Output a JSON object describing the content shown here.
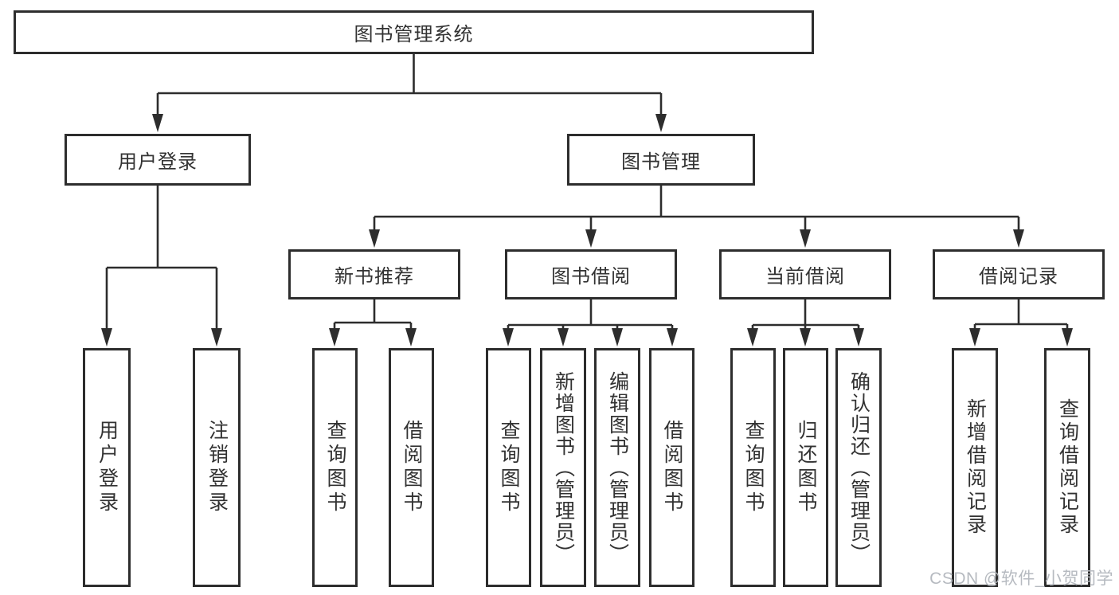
{
  "diagram": {
    "title": "图书管理系统",
    "line_color": "#2d2d2d",
    "box_border_color": "#2d2d2d",
    "text_color": "#323232",
    "nodes": {
      "root": "图书管理系统",
      "user_login": "用户登录",
      "book_management": "图书管理",
      "new_book_recommend": "新书推荐",
      "book_borrowing": "图书借阅",
      "current_borrowing": "当前借阅",
      "borrowing_records": "借阅记录",
      "leaf_user_login": "用户登录",
      "leaf_logout": "注销登录",
      "leaf_nbr_query_books": "查询图书",
      "leaf_nbr_borrow_books": "借阅图书",
      "leaf_bb_query_books": "查询图书",
      "leaf_bb_add_books_admin": "新增图书（管理员）",
      "leaf_bb_edit_books_admin": "编辑图书（管理员）",
      "leaf_bb_borrow_books": "借阅图书",
      "leaf_cb_query_books": "查询图书",
      "leaf_cb_return_books": "归还图书",
      "leaf_cb_confirm_return_admin": "确认归还（管理员）",
      "leaf_br_add_record": "新增借阅记录",
      "leaf_br_query_record": "查询借阅记录"
    }
  },
  "watermark": {
    "text": "CSDN @软件_小贺同学",
    "color": "#b6bac0"
  }
}
